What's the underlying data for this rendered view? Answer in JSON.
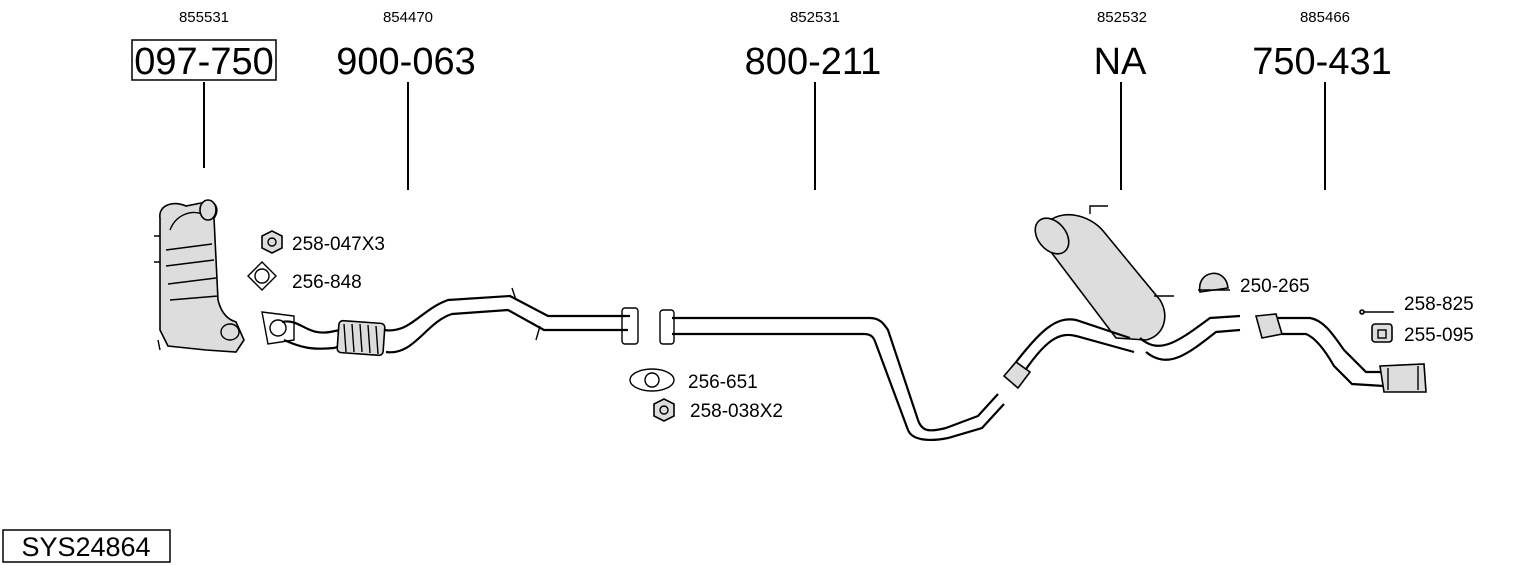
{
  "columns": [
    {
      "ref": "855531",
      "part": "097-750",
      "boxed": true
    },
    {
      "ref": "854470",
      "part": "900-063",
      "boxed": false
    },
    {
      "ref": "852531",
      "part": "800-211",
      "boxed": false
    },
    {
      "ref": "852532",
      "part": "NA",
      "boxed": false
    },
    {
      "ref": "885466",
      "part": "750-431",
      "boxed": false
    }
  ],
  "accessories": {
    "a1": "258-047X3",
    "a2": "256-848",
    "a3": "256-651",
    "a4": "258-038X2",
    "a5": "250-265",
    "a6": "258-825",
    "a7": "255-095"
  },
  "system_id": "SYS24864"
}
